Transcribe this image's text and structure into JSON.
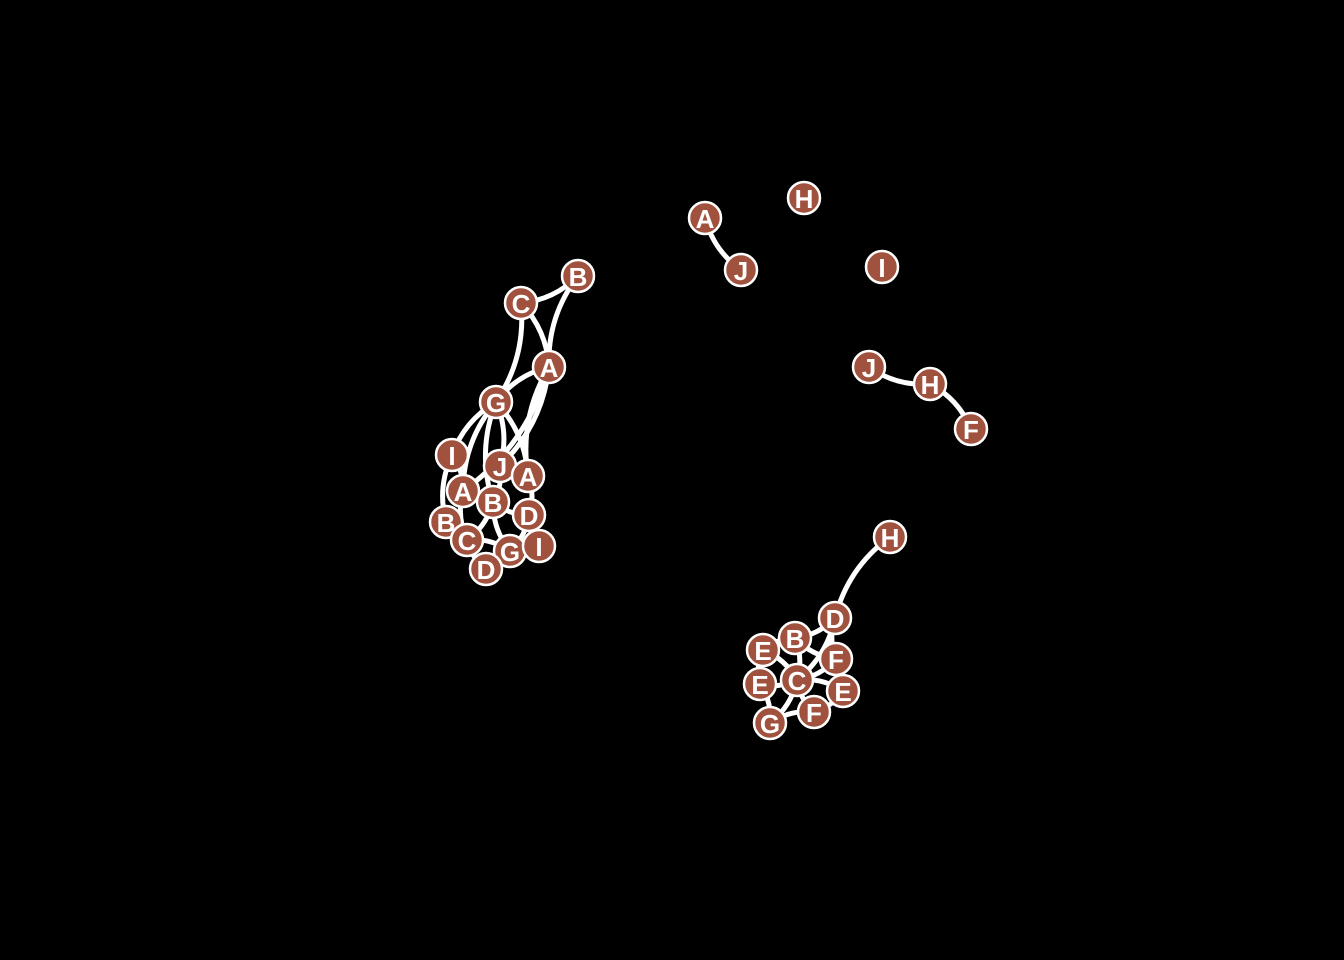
{
  "colors": {
    "background": "#000000",
    "node_fill": "#A0523E",
    "node_stroke": "#FFFFFF",
    "edge": "#FFFFFF",
    "label": "#FFFFFF"
  },
  "graph": {
    "clusters": [
      {
        "id": "cluster-left",
        "nodes": [
          {
            "id": "L_B1",
            "label": "B"
          },
          {
            "id": "L_C1",
            "label": "C"
          },
          {
            "id": "L_A1",
            "label": "A"
          },
          {
            "id": "L_G1",
            "label": "G"
          },
          {
            "id": "L_I1",
            "label": "I"
          },
          {
            "id": "L_J1",
            "label": "J"
          },
          {
            "id": "L_A2",
            "label": "A"
          },
          {
            "id": "L_A3",
            "label": "A"
          },
          {
            "id": "L_B2",
            "label": "B"
          },
          {
            "id": "L_B3",
            "label": "B"
          },
          {
            "id": "L_D1",
            "label": "D"
          },
          {
            "id": "L_C2",
            "label": "C"
          },
          {
            "id": "L_G2",
            "label": "G"
          },
          {
            "id": "L_I2",
            "label": "I"
          },
          {
            "id": "L_D2",
            "label": "D"
          }
        ],
        "edges": [
          [
            "L_C1",
            "L_B1"
          ],
          [
            "L_C1",
            "L_A1"
          ],
          [
            "L_B1",
            "L_A1"
          ],
          [
            "L_C1",
            "L_G1"
          ],
          [
            "L_A1",
            "L_G1"
          ],
          [
            "L_A1",
            "L_J1"
          ],
          [
            "L_A1",
            "L_A2"
          ],
          [
            "L_A1",
            "L_A3"
          ],
          [
            "L_G1",
            "L_I1"
          ],
          [
            "L_G1",
            "L_J1"
          ],
          [
            "L_G1",
            "L_A3"
          ],
          [
            "L_G1",
            "L_A2"
          ],
          [
            "L_G1",
            "L_B2"
          ],
          [
            "L_I1",
            "L_A3"
          ],
          [
            "L_I1",
            "L_B3"
          ],
          [
            "L_J1",
            "L_B2"
          ],
          [
            "L_J1",
            "L_A2"
          ],
          [
            "L_A3",
            "L_B2"
          ],
          [
            "L_A3",
            "L_C2"
          ],
          [
            "L_B3",
            "L_C2"
          ],
          [
            "L_B2",
            "L_D1"
          ],
          [
            "L_B2",
            "L_C2"
          ],
          [
            "L_B2",
            "L_G2"
          ],
          [
            "L_A2",
            "L_D1"
          ],
          [
            "L_D1",
            "L_I2"
          ],
          [
            "L_D1",
            "L_G2"
          ],
          [
            "L_C2",
            "L_D2"
          ],
          [
            "L_C2",
            "L_G2"
          ],
          [
            "L_G2",
            "L_I2"
          ],
          [
            "L_G2",
            "L_D2"
          ],
          [
            "L_B2",
            "L_A3"
          ]
        ]
      },
      {
        "id": "cluster-top-pair",
        "nodes": [
          {
            "id": "T_A",
            "label": "A"
          },
          {
            "id": "T_J",
            "label": "J"
          }
        ],
        "edges": [
          [
            "T_A",
            "T_J"
          ]
        ]
      },
      {
        "id": "cluster-isolated-h",
        "nodes": [
          {
            "id": "T_H",
            "label": "H"
          }
        ],
        "edges": []
      },
      {
        "id": "cluster-isolated-i",
        "nodes": [
          {
            "id": "T_I",
            "label": "I"
          }
        ],
        "edges": []
      },
      {
        "id": "cluster-right-chain",
        "nodes": [
          {
            "id": "R_J",
            "label": "J"
          },
          {
            "id": "R_H",
            "label": "H"
          },
          {
            "id": "R_F",
            "label": "F"
          }
        ],
        "edges": [
          [
            "R_J",
            "R_H"
          ],
          [
            "R_H",
            "R_F"
          ]
        ]
      },
      {
        "id": "cluster-bottom",
        "nodes": [
          {
            "id": "B_H",
            "label": "H"
          },
          {
            "id": "B_D",
            "label": "D"
          },
          {
            "id": "B_B",
            "label": "B"
          },
          {
            "id": "B_E1",
            "label": "E"
          },
          {
            "id": "B_F1",
            "label": "F"
          },
          {
            "id": "B_C",
            "label": "C"
          },
          {
            "id": "B_E2",
            "label": "E"
          },
          {
            "id": "B_E3",
            "label": "E"
          },
          {
            "id": "B_F2",
            "label": "F"
          },
          {
            "id": "B_G",
            "label": "G"
          }
        ],
        "edges": [
          [
            "B_H",
            "B_D"
          ],
          [
            "B_D",
            "B_B"
          ],
          [
            "B_D",
            "B_F1"
          ],
          [
            "B_D",
            "B_C"
          ],
          [
            "B_B",
            "B_E1"
          ],
          [
            "B_B",
            "B_C"
          ],
          [
            "B_B",
            "B_F1"
          ],
          [
            "B_E1",
            "B_C"
          ],
          [
            "B_E1",
            "B_E2"
          ],
          [
            "B_C",
            "B_E2"
          ],
          [
            "B_C",
            "B_F1"
          ],
          [
            "B_C",
            "B_E3"
          ],
          [
            "B_C",
            "B_F2"
          ],
          [
            "B_C",
            "B_G"
          ],
          [
            "B_F1",
            "B_E3"
          ],
          [
            "B_E3",
            "B_F2"
          ],
          [
            "B_F2",
            "B_G"
          ],
          [
            "B_E2",
            "B_G"
          ]
        ]
      }
    ]
  }
}
